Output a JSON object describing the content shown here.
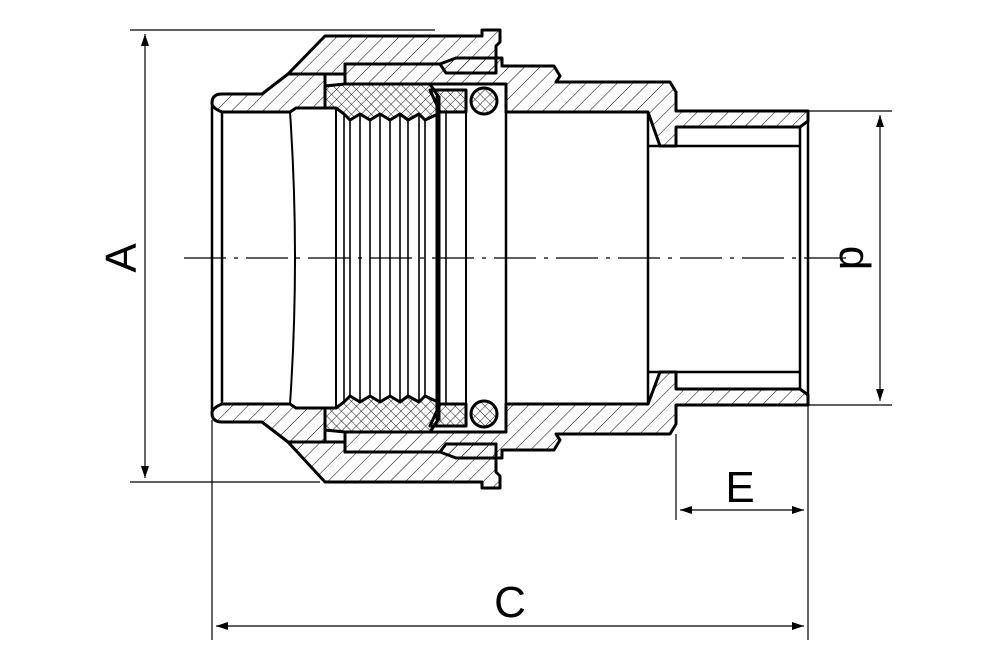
{
  "diagram": {
    "dimension_labels": {
      "A": "A",
      "d": "d",
      "E": "E",
      "C": "C"
    },
    "colors": {
      "line": "#000000",
      "background": "#ffffff"
    }
  }
}
